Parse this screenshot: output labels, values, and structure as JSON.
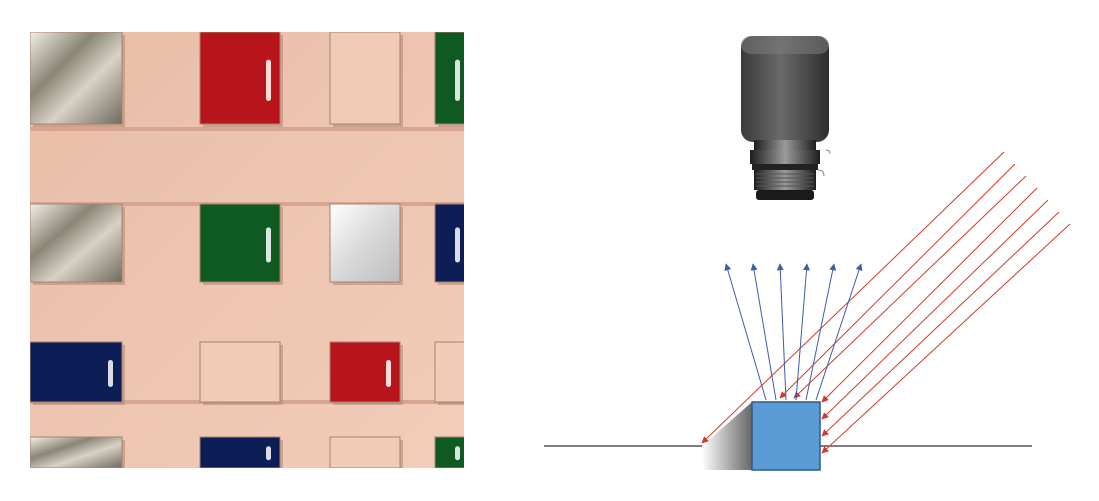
{
  "colors": {
    "board": "#ecc0ab",
    "tile_red": "#b8141c",
    "tile_green": "#0f5a22",
    "tile_blue": "#0c1e55",
    "tile_silver": "#e6e6e6",
    "tile_plain": "#f0ccb8",
    "incident_ray": "#d23a2a",
    "reflected_ray": "#3a5ea8",
    "object": "#5b9bd5",
    "ground_line": "#333333",
    "camera_body": "#4a4a4a"
  },
  "photo": {
    "description_icon": "tile-sample-board-photo",
    "tiles": [
      {
        "kind": "foil"
      },
      {
        "kind": "red"
      },
      {
        "kind": "plain"
      },
      {
        "kind": "green"
      },
      {
        "kind": "foil"
      },
      {
        "kind": "green"
      },
      {
        "kind": "silver"
      },
      {
        "kind": "blue"
      },
      {
        "kind": "blue"
      },
      {
        "kind": "plain"
      },
      {
        "kind": "red"
      },
      {
        "kind": "plain"
      },
      {
        "kind": "foil"
      },
      {
        "kind": "blue"
      },
      {
        "kind": "plain"
      },
      {
        "kind": "green"
      }
    ]
  },
  "diagram": {
    "camera_icon": "industrial-camera-icon",
    "incident_ray_count": 7,
    "reflected_ray_count": 6
  }
}
